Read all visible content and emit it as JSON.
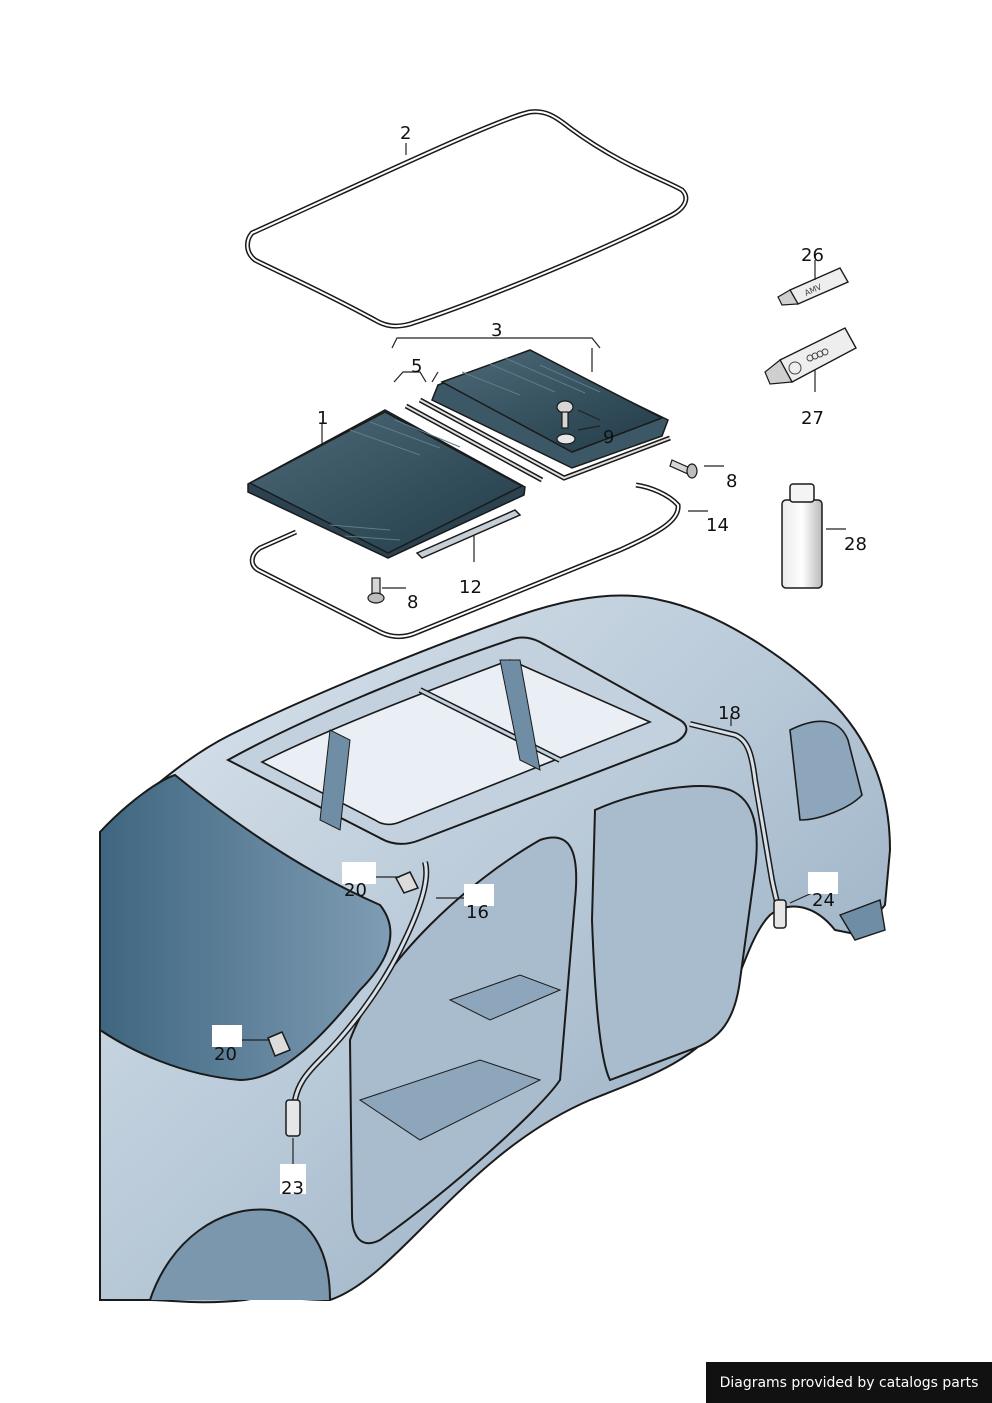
{
  "callouts": {
    "c1": "1",
    "c2": "2",
    "c3": "3",
    "c5": "5",
    "c8a": "8",
    "c8b": "8",
    "c9": "9",
    "c12": "12",
    "c14": "14",
    "c16": "16",
    "c18": "18",
    "c20a": "20",
    "c20b": "20",
    "c23": "23",
    "c24": "24",
    "c26": "26",
    "c27": "27",
    "c28": "28"
  },
  "tube_labels": {
    "t26": "AMV"
  },
  "credit": "Diagrams provided by catalogs parts",
  "colors": {
    "body_light": "#c9d5e0",
    "body_mid": "#9fb3c6",
    "body_dark": "#5f7f99",
    "glass": "#2f4f5f",
    "glass_dark": "#1d3340",
    "outline": "#1a1a1a"
  }
}
